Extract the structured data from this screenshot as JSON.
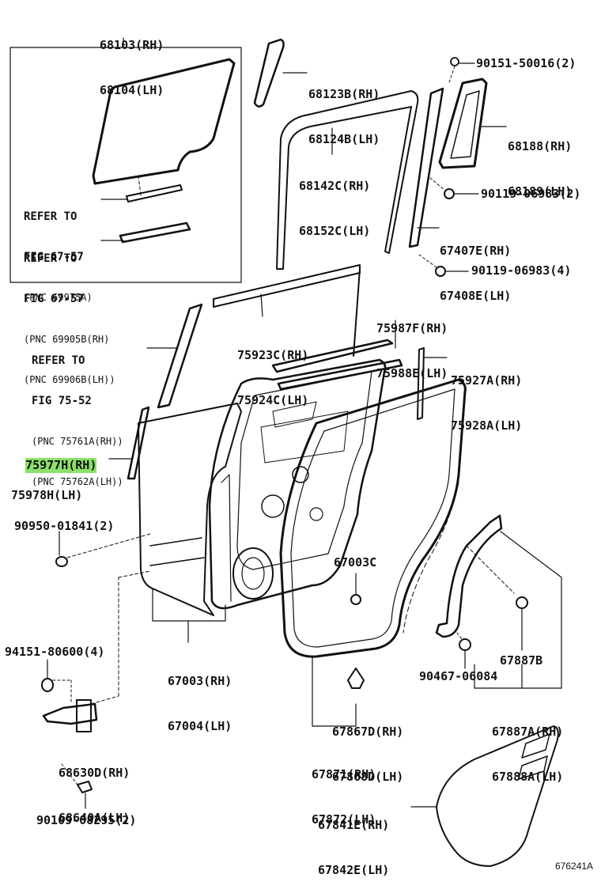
{
  "diagram_id": "676241A",
  "labels": {
    "glass": {
      "rh": "68103(RH)",
      "lh": "68104(LH)"
    },
    "glass_refer_1": {
      "line1": "REFER TO",
      "line2": "FIG 67-57",
      "line3": "(PNC 69975A)"
    },
    "glass_refer_2": {
      "line1": "REFER TO",
      "line2": "FIG 67-57",
      "line3": "(PNC 69905B(RH)",
      "line4": "(PNC 69906B(LH))"
    },
    "p68123": {
      "rh": "68123B(RH)",
      "lh": "68124B(LH)"
    },
    "p90151": {
      "text": "90151-50016(2)"
    },
    "p68188": {
      "rh": "68188(RH)",
      "lh": "68189(LH)"
    },
    "p68142": {
      "rh": "68142C(RH)",
      "lh": "68152C(LH)"
    },
    "p90119a": {
      "text": "90119-06983(2)"
    },
    "p67407": {
      "rh": "67407E(RH)",
      "lh": "67408E(LH)"
    },
    "p90119b": {
      "text": "90119-06983(4)"
    },
    "p75987": {
      "rh": "75987F(RH)",
      "lh": "75988E(LH)"
    },
    "p75923": {
      "rh": "75923C(RH)",
      "lh": "75924C(LH)"
    },
    "refer_75": {
      "line1": "REFER TO",
      "line2": "FIG 75-52",
      "line3": "(PNC 75761A(RH))",
      "line4": "(PNC 75762A(LH))"
    },
    "p75927": {
      "rh": "75927A(RH)",
      "lh": "75928A(LH)"
    },
    "p75977": {
      "rh": "75977H(RH)",
      "lh": "75978H(LH)"
    },
    "p90950": {
      "text": "90950-01841(2)"
    },
    "p67003c": {
      "text": "67003C"
    },
    "p94151": {
      "text": "94151-80600(4)"
    },
    "p67003": {
      "rh": "67003(RH)",
      "lh": "67004(LH)"
    },
    "p67887b": {
      "text": "67887B"
    },
    "p90467": {
      "text": "90467-06084"
    },
    "p67867": {
      "rh": "67867D(RH)",
      "lh": "67868D(LH)"
    },
    "p67887a": {
      "rh": "67887A(RH)",
      "lh": "67888A(LH)"
    },
    "p68630": {
      "rh": "68630D(RH)",
      "lh": "68640A(LH)"
    },
    "p67871": {
      "rh": "67871(RH)",
      "lh": "67872(LH)"
    },
    "p67841": {
      "rh": "67841E(RH)",
      "lh": "67842E(LH)"
    },
    "p90109": {
      "text": "90109-08295(2)"
    }
  },
  "highlight_color": "#8de06a"
}
